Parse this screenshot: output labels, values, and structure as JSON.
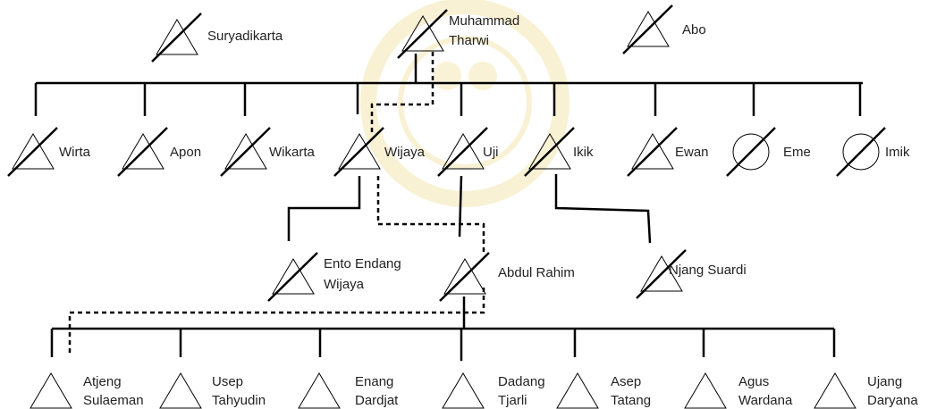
{
  "diagram": {
    "generation_1": {
      "suryadikarta": {
        "name": "Suryadikarta"
      },
      "muhammad_tharwi": {
        "name_line1": "Muhammad",
        "name_line2": "Tharwi"
      },
      "abo": {
        "name": "Abo"
      }
    },
    "generation_2": [
      {
        "name": "Wirta",
        "sex": "male",
        "deceased": true
      },
      {
        "name": "Apon",
        "sex": "male",
        "deceased": true
      },
      {
        "name": "Wikarta",
        "sex": "male",
        "deceased": true
      },
      {
        "name": "Wijaya",
        "sex": "male",
        "deceased": true
      },
      {
        "name": "Uji",
        "sex": "male",
        "deceased": true
      },
      {
        "name": "Ikik",
        "sex": "male",
        "deceased": true
      },
      {
        "name": "Ewan",
        "sex": "male",
        "deceased": true
      },
      {
        "name": "Eme",
        "sex": "female",
        "deceased": true
      },
      {
        "name": "Imik",
        "sex": "female",
        "deceased": true
      }
    ],
    "generation_3": [
      {
        "name_line1": "Ento Endang",
        "name_line2": "Wijaya",
        "deceased": true
      },
      {
        "name_line1": "Abdul Rahim",
        "name_line2": "",
        "deceased": true
      },
      {
        "name_line1": "Njang Suardi",
        "name_line2": "",
        "deceased": true
      }
    ],
    "generation_4": [
      {
        "name_line1": "Atjeng",
        "name_line2": "Sulaeman"
      },
      {
        "name_line1": "Usep",
        "name_line2": "Tahyudin"
      },
      {
        "name_line1": "Enang",
        "name_line2": "Dardjat"
      },
      {
        "name_line1": "Dadang",
        "name_line2": "Tjarli"
      },
      {
        "name_line1": "Asep",
        "name_line2": "Tatang"
      },
      {
        "name_line1": "Agus",
        "name_line2": "Wardana"
      },
      {
        "name_line1": "Ujang",
        "name_line2": "Daryana"
      }
    ],
    "colors": {
      "line": "#000000",
      "text": "#222222",
      "watermark": "#f1e2a4"
    }
  }
}
